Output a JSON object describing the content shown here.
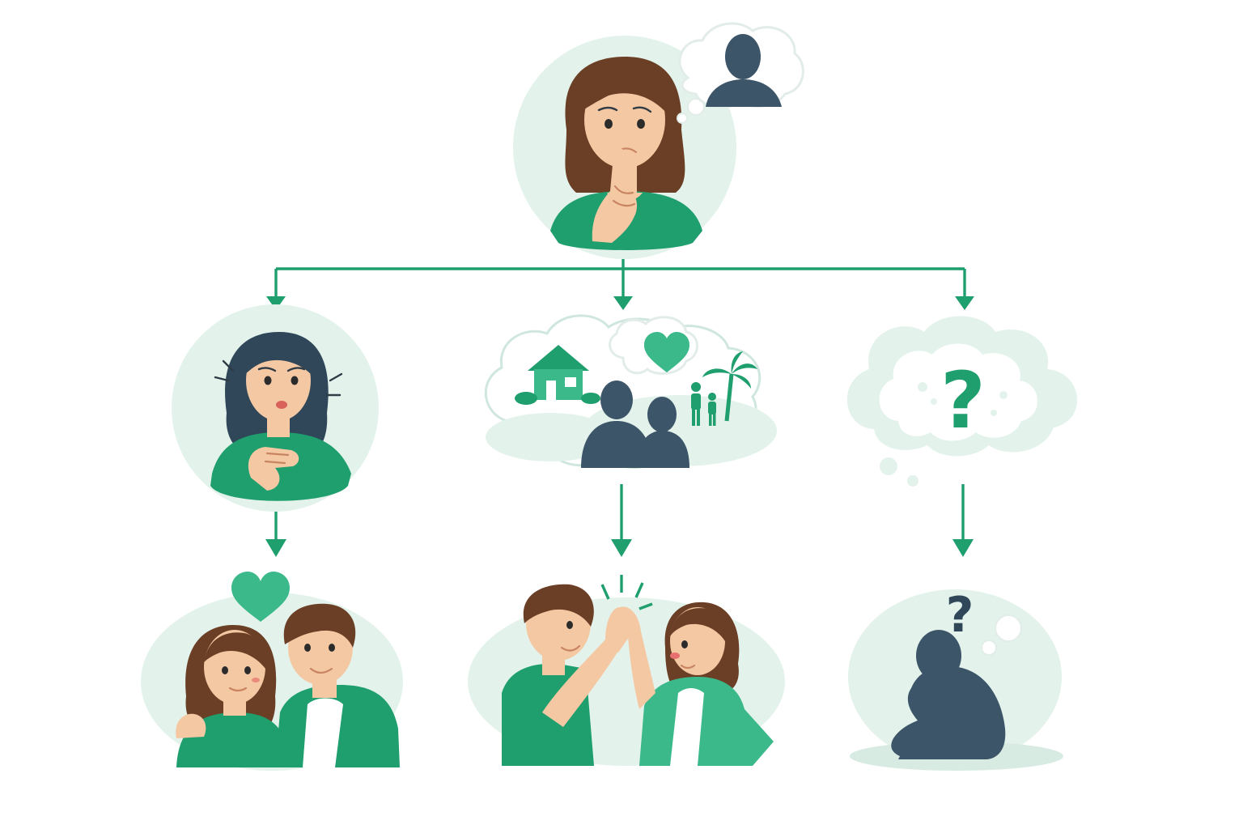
{
  "diagram": {
    "nodes": [
      {
        "id": "root",
        "icon": "thinking-woman-icon",
        "thought": "person-silhouette-icon"
      },
      {
        "id": "branch-feeling",
        "icon": "anxious-woman-icon"
      },
      {
        "id": "branch-imagining",
        "icon": "dream-cloud-icon",
        "contents": [
          "house-icon",
          "heart-icon",
          "couple-silhouette-icon",
          "family-icon",
          "palm-tree-icon"
        ]
      },
      {
        "id": "branch-uncertain",
        "icon": "question-cloud-icon"
      },
      {
        "id": "outcome-love",
        "icon": "couple-embrace-icon"
      },
      {
        "id": "outcome-celebrate",
        "icon": "high-five-icon"
      },
      {
        "id": "outcome-confused",
        "icon": "sitting-figure-icon"
      }
    ],
    "edges": [
      [
        "root",
        "branch-feeling"
      ],
      [
        "root",
        "branch-imagining"
      ],
      [
        "root",
        "branch-uncertain"
      ],
      [
        "branch-feeling",
        "outcome-love"
      ],
      [
        "branch-imagining",
        "outcome-celebrate"
      ],
      [
        "branch-uncertain",
        "outcome-confused"
      ]
    ],
    "glyphs": {
      "question_large": "?",
      "question_small": "?"
    }
  },
  "colors": {
    "accent_green": "#1f9e6e",
    "light_green": "#3bb98a",
    "pale_green": "#e3f3ec",
    "silhouette": "#3d5568",
    "skin": "#f5c8a4",
    "hair_brown": "#6b3f26"
  }
}
